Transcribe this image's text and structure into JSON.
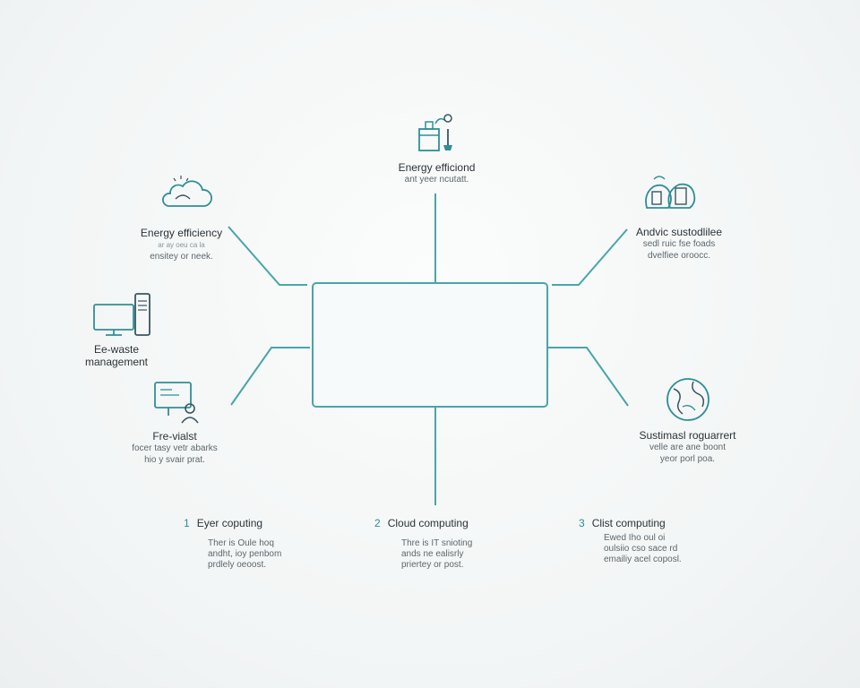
{
  "center_box": {
    "label": ""
  },
  "nodes": {
    "top": {
      "title": "Energy efficiond",
      "sub": [
        "ant yeer ncutatt."
      ],
      "icon": "box-plant-icon"
    },
    "upper_left": {
      "title": "Energy efficiency",
      "sub": [
        "ar ay oeu ca la",
        "ensitey or neek."
      ],
      "icon": "cloud-icon"
    },
    "upper_right": {
      "title": "Andvic sustodlilee",
      "sub": [
        "sedl ruic fse foads",
        "dvelfiee oroocc."
      ],
      "icon": "recycle-bags-icon"
    },
    "mid_left": {
      "title": "Ee-waste",
      "title2": "management",
      "icon": "desktop-computer-icon"
    },
    "lower_left": {
      "title": "Fre-vialst",
      "sub": [
        "focer tasy vetr abarks",
        "hio y svair prat."
      ],
      "icon": "monitor-user-icon"
    },
    "lower_right": {
      "title": "Sustimasl roguarrert",
      "sub": [
        "velle are ane boont",
        "yeor porl poa."
      ],
      "icon": "globe-icon"
    }
  },
  "bottom_items": [
    {
      "num": "1",
      "title": "Eyer coputing",
      "sub": [
        "Ther is Oule hoq",
        "andht, ioy penbom",
        "prdlely oeoost."
      ]
    },
    {
      "num": "2",
      "title": "Cloud computing",
      "sub": [
        "Thre is IT snioting",
        "ands ne ealisrly",
        "priertey or post."
      ]
    },
    {
      "num": "3",
      "title": "Clist computing",
      "sub": [
        "Ewed Iho oul oi",
        "oulsiio cso sace rd",
        "emailiy acel coposl."
      ]
    }
  ],
  "colors": {
    "line": "#4aa5a8",
    "icon": "#2f8f96",
    "icon_dark": "#3b5560"
  }
}
